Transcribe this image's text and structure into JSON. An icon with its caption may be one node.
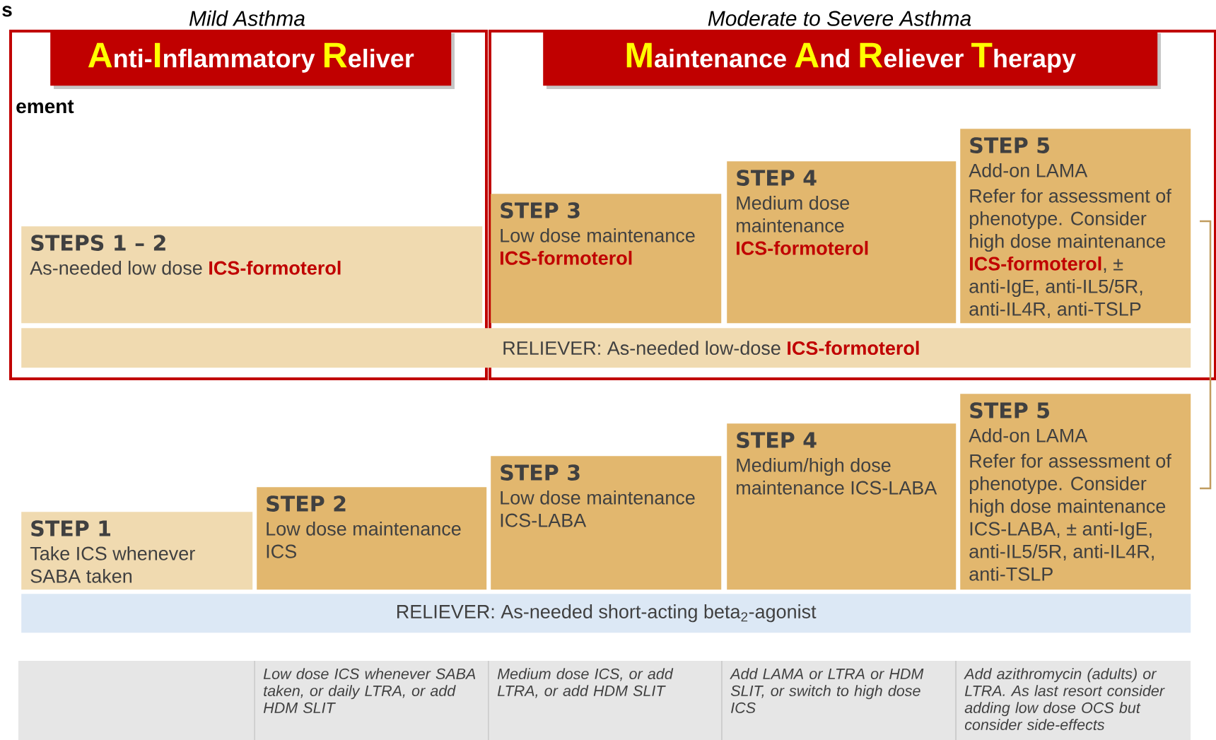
{
  "diagram": {
    "nodes": [
      {
        "text": [
          "Mild Asthma"
        ]
      },
      {
        "text": [
          "**A**nti-**I**nflammatory **R**eliver"
        ],
        "in": 0
      },
      {
        "text": [
          "STEPS 1 – 2",
          "As-needed low dose **ICS-formoterol**"
        ],
        "in": 0
      },
      {
        "text": [
          "Moderate to Severe Asthma"
        ]
      },
      {
        "text": [
          "**M**aintenance **A**nd **R**eliever **T**herapy"
        ],
        "in": 3
      },
      {
        "text": [
          "STEP 3",
          "Low dose maintenance **ICS-formoterol**"
        ],
        "in": 3
      },
      {
        "text": [
          "STEP 4",
          "Medium dose maintenance **ICS-formoterol**"
        ],
        "in": 3
      },
      {
        "text": [
          "STEP 5",
          "Add-on LAMA",
          "Refer for assessment of phenotype. Consider high dose maintenance **ICS-formoterol**, ± anti-IgE, anti-IL5/5R, anti-IL4R, anti-TSLP"
        ],
        "in": 3
      },
      {
        "text": [
          "RELIEVER: As-needed low-dose **ICS-formoterol**"
        ]
      },
      {
        "text": [
          "STEP 1",
          "Take ICS whenever SABA taken"
        ]
      },
      {
        "text": [
          "STEP 2",
          "Low dose maintenance ICS"
        ]
      },
      {
        "text": [
          "STEP 3",
          "Low dose maintenance ICS-LABA"
        ]
      },
      {
        "text": [
          "STEP 4",
          "Medium/high dose maintenance ICS-LABA"
        ]
      },
      {
        "text": [
          "STEP 5",
          "Add-on LAMA",
          "Refer for assessment of phenotype. Consider high dose maintenance ICS-LABA, ± anti-IgE, anti-IL5/5R, anti-IL4R, anti-TSLP"
        ]
      },
      {
        "text": [
          "RELIEVER: As-needed short-acting beta$_{2}$-agonist"
        ]
      }
    ],
    "labels": [
      "s",
      "ement",
      "Low dose ICS whenever SABA taken, or daily LTRA, or add HDM SLIT",
      "Medium dose ICS, or add LTRA, or add HDM SLIT",
      "Add LAMA or LTRA or HDM SLIT, or switch to high dose ICS",
      "Add azithromycin (adults) or LTRA. As last resort consider adding low dose OCS but consider side-effects"
    ]
  }
}
